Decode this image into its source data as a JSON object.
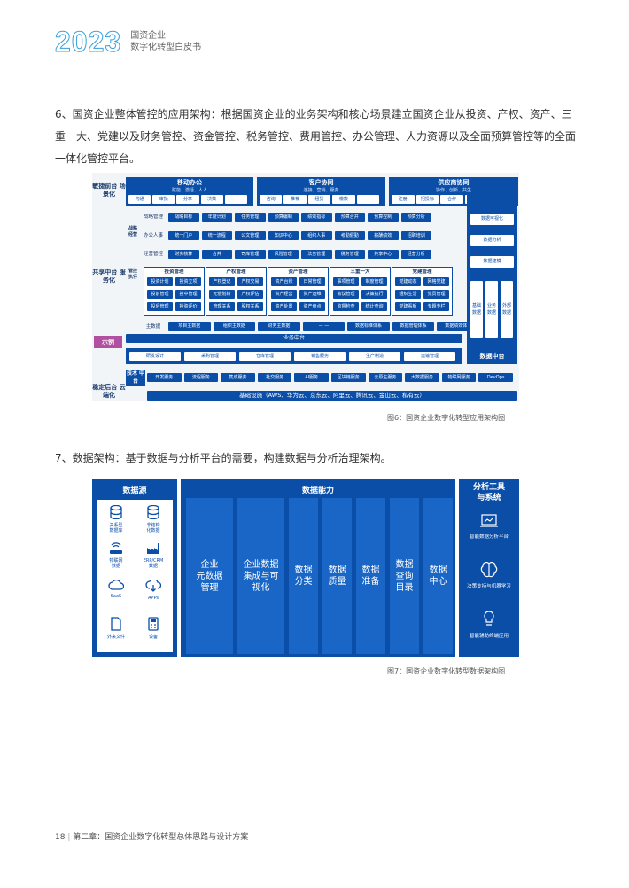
{
  "header": {
    "year": "2023",
    "line1": "国资企业",
    "line2": "数字化转型白皮书"
  },
  "para6": "6、国资企业整体管控的应用架构：根据国资企业的业务架构和核心场景建立国资企业从投资、产权、资产、三重一大、党建以及财务管控、资金管控、税务管控、费用管控、办公管理、人力资源以及全面预算管控等的全面一体化管控平台。",
  "fig6": {
    "left_labels": {
      "front": "敏捷前台\n场景化",
      "middle": "共享中台\n服务化",
      "back": "稳定后台\n云端化",
      "example": "示例",
      "tech": "技术\n中台"
    },
    "front": [
      {
        "title": "移动办公",
        "sub": "赋能、激活、人人",
        "items": [
          "沟通",
          "审批",
          "分享",
          "决策",
          "— —"
        ]
      },
      {
        "title": "客户协同",
        "sub": "连接、营销、服务",
        "items": [
          "咨询",
          "推荐",
          "租赁",
          "缴款",
          "— —"
        ]
      },
      {
        "title": "供应商协同",
        "sub": "协作、创新、共生",
        "items": [
          "注册",
          "招投标",
          "合作",
          "协调",
          "— —"
        ]
      }
    ],
    "side_labels": {
      "strategy": "战略\n经营",
      "manage": "管控\n执行"
    },
    "rows": [
      {
        "label": "战略管理",
        "items": [
          "战略目标",
          "年度计划",
          "任务管理",
          "预算编制",
          "绩效指标",
          "预算合并",
          "预算控制",
          "预算分析"
        ]
      },
      {
        "label": "办公人事",
        "items": [
          "统一门户",
          "统一流程",
          "公文管理",
          "知识中心",
          "组织人事",
          "考勤假勤",
          "薪酬绩效",
          "招聘培训"
        ]
      },
      {
        "label": "经营管控",
        "items": [
          "财务核算",
          "合并",
          "司库管理",
          "风险管理",
          "法务管理",
          "税务管理",
          "共享中心",
          "经营分析"
        ]
      }
    ],
    "groups": [
      {
        "title": "投资管理",
        "items": [
          "投资计划",
          "投资立项",
          "投前管理",
          "投中管理",
          "投后管理",
          "投资评价"
        ]
      },
      {
        "title": "产权管理",
        "items": [
          "产权登记",
          "产权交易",
          "无偿划转",
          "产权评估",
          "管理关系",
          "股权关系"
        ]
      },
      {
        "title": "资产管理",
        "items": [
          "资产台账",
          "日常管理",
          "资产经营",
          "资产运维",
          "资产处置",
          "资产盘点"
        ]
      },
      {
        "title": "三重一大",
        "items": [
          "事项管理",
          "制度管理",
          "会议管理",
          "决策执行",
          "监督检查",
          "统计查询"
        ]
      },
      {
        "title": "党建管理",
        "items": [
          "党建动态",
          "网格党建",
          "组织生活",
          "党员管理",
          "党建看板",
          "专题专栏"
        ]
      }
    ],
    "master": {
      "label": "主数据",
      "items": [
        "项目主数据",
        "组织主数据",
        "财务主数据",
        "— —",
        "数据标准体系",
        "数据管理体系",
        "数据绩效体系"
      ]
    },
    "business_center": "业务中台",
    "data_center": {
      "items": [
        "数据可视化",
        "数据分析",
        "数据建模"
      ],
      "cols": [
        "基础数据",
        "业务数据",
        "外部数据"
      ],
      "label": "数据中台"
    },
    "example_items": [
      "研发设计",
      "采购管理",
      "仓库管理",
      "销售服务",
      "生产制造",
      "运输管理"
    ],
    "tech_items": [
      "开发服务",
      "流程服务",
      "集成服务",
      "社交服务",
      "AI服务",
      "区块链服务",
      "云原生服务",
      "大数据服务",
      "物联网服务",
      "DevOps"
    ],
    "infra": "基础设施（AWS、华为云、京东云、阿里云、腾讯云、金山云、私有云）"
  },
  "caption6": "图6：国资企业数字化转型应用架构图",
  "para7": "7、数据架构：基于数据与分析平台的需要，构建数据与分析治理架构。",
  "fig7": {
    "source_title": "数据源",
    "sources": [
      {
        "icon": "database-icon",
        "label": "关系型\n数据库"
      },
      {
        "icon": "database-icon",
        "label": "非结构\n化数据"
      },
      {
        "icon": "router-icon",
        "label": "物联网\n数据"
      },
      {
        "icon": "factory-icon",
        "label": "ERP/CRM\n数据"
      },
      {
        "icon": "cloud-icon",
        "label": "SaaS"
      },
      {
        "icon": "cloud-download-icon",
        "label": "APPs"
      },
      {
        "icon": "file-icon",
        "label": "外来文件"
      },
      {
        "icon": "calculator-icon",
        "label": "设备"
      }
    ],
    "capability_title": "数据能力",
    "capabilities": [
      "企业\n元数据\n管理",
      "企业数据\n集成与可\n视化",
      "数据\n分类",
      "数据\n质量",
      "数据\n准备",
      "数据\n查询\n目录",
      "数据\n中心"
    ],
    "tools_title": "分析工具\n与系统",
    "tools": [
      {
        "icon": "laptop-chart-icon",
        "label": "智能数据分析平台"
      },
      {
        "icon": "brain-icon",
        "label": "决策支持与机器学习"
      },
      {
        "icon": "bulb-icon",
        "label": "智能辅助终端应用"
      }
    ]
  },
  "caption7": "图7：国资企业数字化转型数据架构图",
  "footer": {
    "page": "18",
    "chapter": "第二章：国资企业数字化转型总体思路与设计方案"
  }
}
